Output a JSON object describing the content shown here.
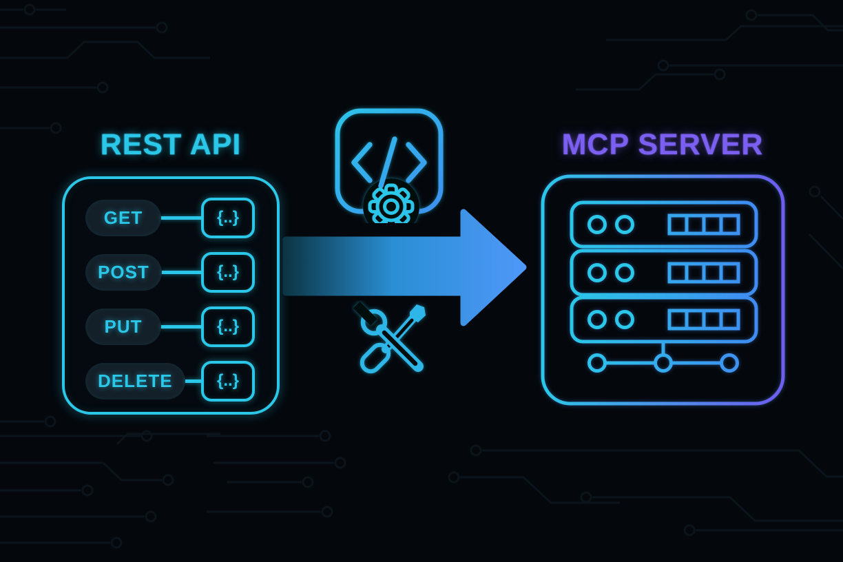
{
  "rest_api_panel": {
    "title": "REST API",
    "methods": [
      {
        "label": "GET",
        "payload": "{..}"
      },
      {
        "label": "POST",
        "payload": "{..}"
      },
      {
        "label": "PUT",
        "payload": "{..}"
      },
      {
        "label": "DELETE",
        "payload": "{..}"
      }
    ]
  },
  "mcp_server_panel": {
    "title": "MCP SERVER",
    "rack_count": 3
  },
  "middle_icons": [
    "code-gear-icon",
    "transform-arrow",
    "tools-icon"
  ],
  "colors": {
    "background": "#04080d",
    "circuit_trace": "#111b25",
    "cyan_accent": "#2bc7e8",
    "blue_accent": "#3f8cf2",
    "purple_accent": "#7b5ff0",
    "pill_background": "#142029",
    "arrow_gradient": [
      "#0c3646",
      "#2a8fd4",
      "#4e97f7"
    ]
  }
}
